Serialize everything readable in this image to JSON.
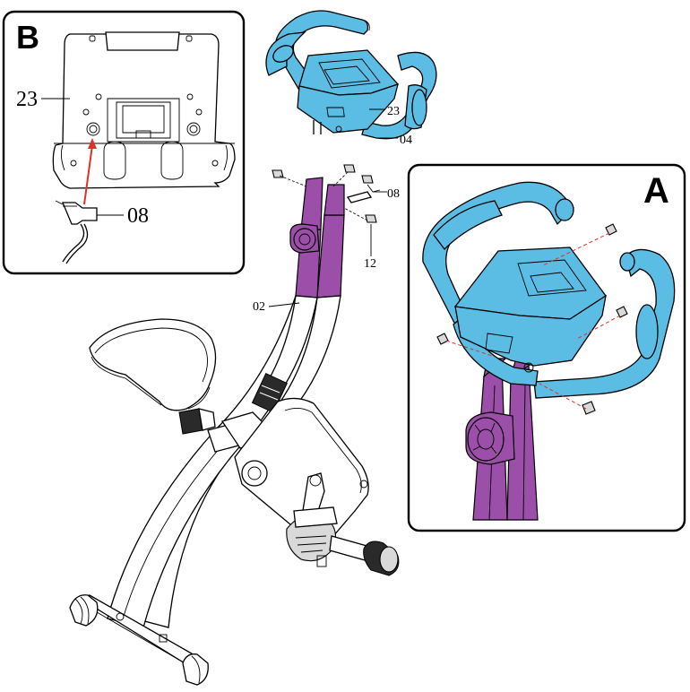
{
  "panel_b": {
    "letter": "B",
    "labels": {
      "console": "23",
      "cable": "08"
    }
  },
  "panel_a": {
    "letter": "A"
  },
  "main": {
    "labels": {
      "console": "23",
      "handlebar": "04",
      "sensor_cable": "08",
      "bolt": "12",
      "upright_post": "02"
    }
  },
  "colors": {
    "handlebar": "#5bbde4",
    "post": "#9b4fa8",
    "guide_line": "#e0302a"
  }
}
